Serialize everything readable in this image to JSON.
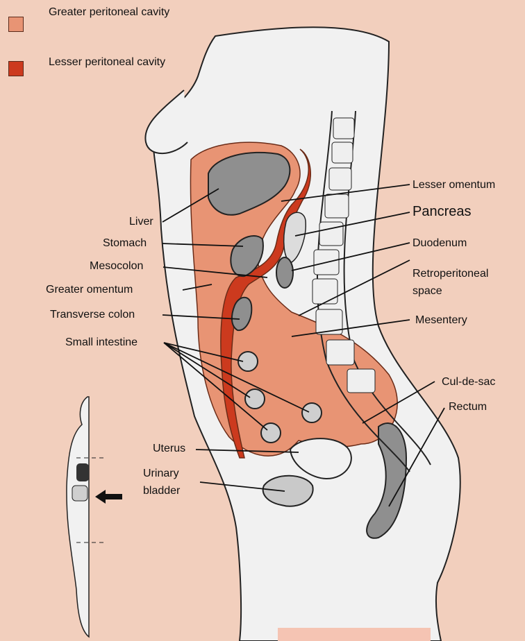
{
  "colors": {
    "background": "#f2cfbd",
    "greater_cavity": "#e89474",
    "lesser_cavity": "#cc3a1e",
    "body": "#f1f1f1",
    "organ_grey": "#8f8f8f",
    "pale_organ": "#f5b8a0"
  },
  "legend": [
    {
      "label": "Greater peritoneal cavity",
      "color": "#e89474"
    },
    {
      "label": "Lesser peritoneal cavity",
      "color": "#cc3a1e"
    }
  ],
  "labels": {
    "liver": "Liver",
    "stomach": "Stomach",
    "mesocolon": "Mesocolon",
    "greater_omentum": "Greater omentum",
    "transverse_colon": "Transverse colon",
    "small_intestine": "Small intestine",
    "uterus": "Uterus",
    "urinary_bladder_line1": "Urinary",
    "urinary_bladder_line2": "bladder",
    "lesser_omentum": "Lesser omentum",
    "pancreas": "Pancreas",
    "duodenum": "Duodenum",
    "retroperitoneal_line1": "Retroperitoneal",
    "retroperitoneal_line2": "space",
    "mesentery": "Mesentery",
    "cul_de_sac": "Cul-de-sac",
    "rectum": "Rectum"
  },
  "icons": {
    "orientation_figure": "body-outline-icon",
    "section_arrow": "arrow-left-icon"
  }
}
